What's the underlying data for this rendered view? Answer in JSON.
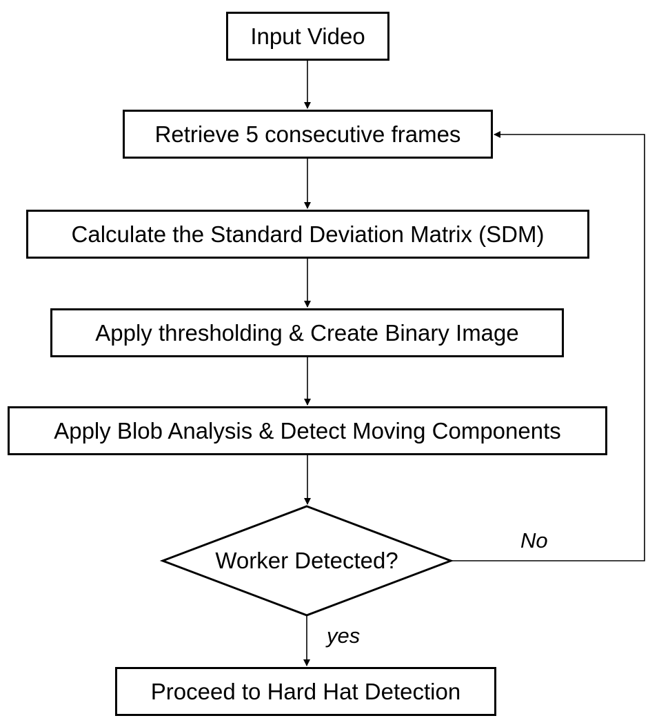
{
  "diagram": {
    "nodes": {
      "input_video": "Input Video",
      "retrieve_frames": "Retrieve 5 consecutive frames",
      "calculate_sdm": "Calculate the Standard Deviation Matrix (SDM)",
      "apply_thresholding": "Apply thresholding & Create Binary Image",
      "blob_analysis": "Apply Blob Analysis & Detect Moving Components",
      "worker_detected": "Worker Detected?",
      "hard_hat_detection": "Proceed to Hard Hat Detection"
    },
    "edge_labels": {
      "no": "No",
      "yes": "yes"
    },
    "edges": [
      {
        "from": "input_video",
        "to": "retrieve_frames"
      },
      {
        "from": "retrieve_frames",
        "to": "calculate_sdm"
      },
      {
        "from": "calculate_sdm",
        "to": "apply_thresholding"
      },
      {
        "from": "apply_thresholding",
        "to": "blob_analysis"
      },
      {
        "from": "blob_analysis",
        "to": "worker_detected"
      },
      {
        "from": "worker_detected",
        "to": "retrieve_frames",
        "label": "No"
      },
      {
        "from": "worker_detected",
        "to": "hard_hat_detection",
        "label": "yes"
      }
    ]
  }
}
